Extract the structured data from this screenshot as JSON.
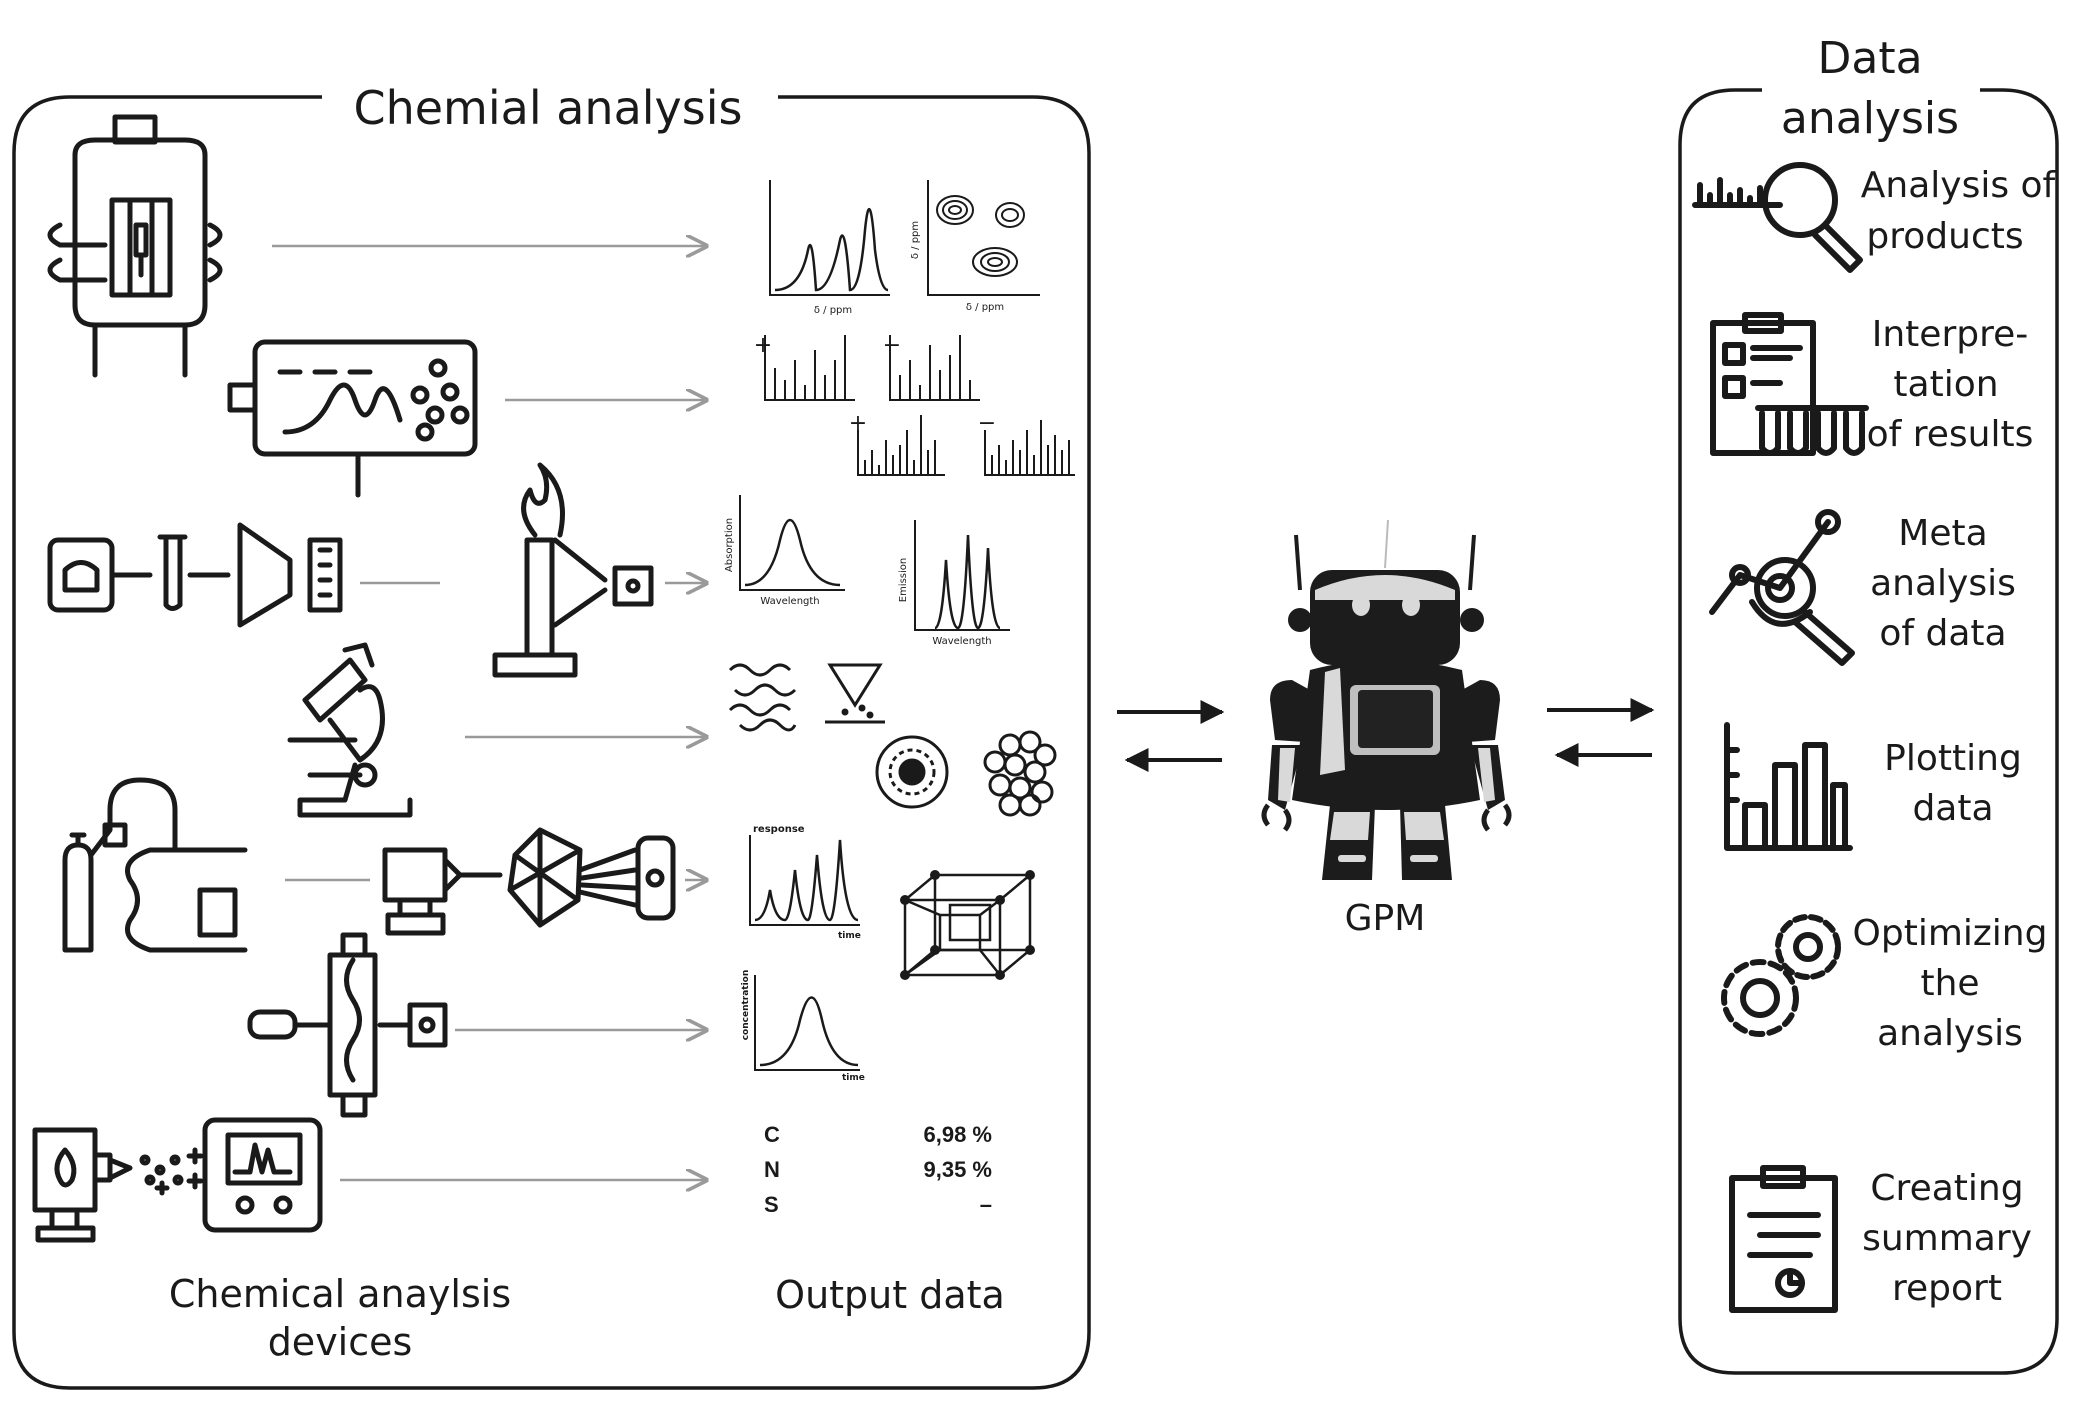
{
  "chemical_analysis": {
    "title": "Chemial analysis",
    "devices_caption": [
      "Chemical anaylsis",
      "devices"
    ],
    "output_caption": "Output data"
  },
  "plots": {
    "nmr_1d_xlabel": "δ / ppm",
    "nmr_2d_xlabel": "δ / ppm",
    "nmr_2d_ylabel": "δ / ppm",
    "ms_pos_sign": "+",
    "ms_neg_sign": "−",
    "absorption_ylabel": "Absorption",
    "absorption_xlabel": "Wavelength",
    "emission_ylabel": "Emission",
    "emission_xlabel": "Wavelength",
    "chrom_ylabel": "response",
    "chrom_xlabel": "time",
    "conc_ylabel": "concentration",
    "conc_xlabel": "time"
  },
  "elemental": [
    {
      "element": "C",
      "value": "6,98 %"
    },
    {
      "element": "N",
      "value": "9,35 %"
    },
    {
      "element": "S",
      "value": "–"
    }
  ],
  "gpm": {
    "label": "GPM"
  },
  "data_analysis": {
    "title": [
      "Data",
      "analysis"
    ],
    "items": [
      {
        "icon": "magnifier-spectrum-icon",
        "lines": [
          "Analysis of",
          "products"
        ]
      },
      {
        "icon": "clipboard-test-tubes-icon",
        "lines": [
          "Interpre-",
          "tation",
          "of results"
        ]
      },
      {
        "icon": "network-magnifier-icon",
        "lines": [
          "Meta",
          "analysis",
          "of data"
        ]
      },
      {
        "icon": "bar-chart-icon",
        "lines": [
          "Plotting",
          "data"
        ]
      },
      {
        "icon": "gears-icon",
        "lines": [
          "Optimizing",
          "the",
          "analysis"
        ]
      },
      {
        "icon": "report-clipboard-icon",
        "lines": [
          "Creating",
          "summary",
          "report"
        ]
      }
    ]
  },
  "colors": {
    "ink": "#1a1a1a",
    "arrow_gray": "#9a9a9a",
    "robot_dark": "#1c1c1c",
    "robot_light": "#d9d9d9"
  }
}
